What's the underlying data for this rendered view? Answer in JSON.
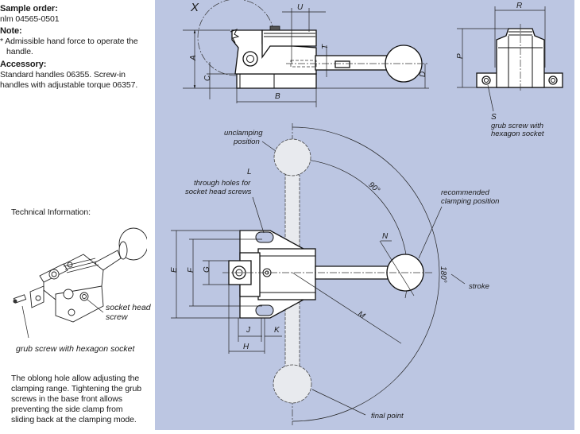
{
  "sidebar": {
    "sample_order_heading": "Sample order:",
    "sample_order_value": "nlm 04565-0501",
    "note_heading": "Note:",
    "note_text": "* Admissible hand force to operate the handle.",
    "accessory_heading": "Accessory:",
    "accessory_text": "Standard handles 06355. Screw-in handles with adjustable torque 06357.",
    "technical_info_label": "Technical Information:",
    "iso_label_socket": "socket head screw",
    "iso_label_grub": "grub screw with hexagon socket",
    "description": "The oblong hole allow adjusting the clamping range. Tightening the grub screws in the base front allows preventing the side clamp from sliding back at the clamping mode."
  },
  "drawing": {
    "background_color": "#bcc6e2",
    "side_view": {
      "detail_label": "X",
      "dims": {
        "A": "A",
        "B": "B",
        "C": "C",
        "D": "D",
        "T": "T",
        "U": "U"
      }
    },
    "end_view": {
      "dims": {
        "P": "P",
        "R": "R",
        "S": "S"
      },
      "callout_grub": "grub screw with hexagon socket"
    },
    "top_view": {
      "dims": {
        "E": "E",
        "F": "F",
        "G": "G",
        "H": "H",
        "J": "J",
        "K": "K",
        "L": "L",
        "M": "M",
        "N": "N"
      },
      "callout_unclamping": "unclamping position",
      "callout_through_holes": "through holes for socket head screws",
      "callout_recommended": "recommended clamping position",
      "angle_90": "90°",
      "angle_180": "180°",
      "callout_stroke": "stroke",
      "callout_final": "final point"
    }
  }
}
